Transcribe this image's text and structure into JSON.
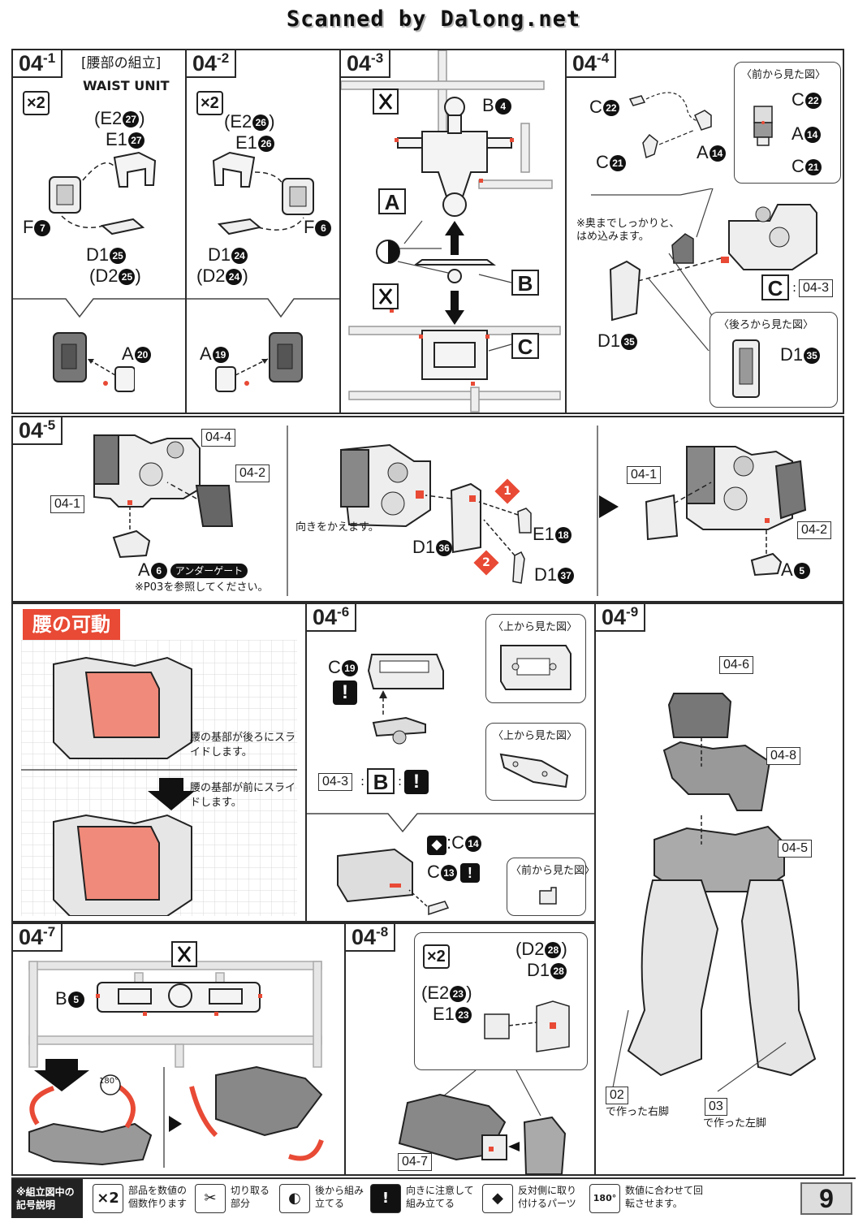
{
  "watermark": "Scanned by Dalong.net",
  "steps": {
    "s04_1": {
      "tag_main": "04",
      "tag_sub": "-1",
      "title_jp": "[腰部の組立]",
      "title_en": "WAIST UNIT",
      "qty": "×2",
      "label_e2": "(E2",
      "num_e2": "27",
      "label_e1": "E1",
      "num_e1": "27",
      "label_f": "F",
      "num_f": "7",
      "label_d1": "D1",
      "num_d1": "25",
      "label_d2": "(D2",
      "num_d2": "25",
      "label_a": "A",
      "num_a": "20"
    },
    "s04_2": {
      "tag_main": "04",
      "tag_sub": "-2",
      "qty": "×2",
      "label_e2": "(E2",
      "num_e2": "26",
      "label_e1": "E1",
      "num_e1": "26",
      "label_f": "F",
      "num_f": "6",
      "label_d1": "D1",
      "num_d1": "24",
      "label_d2": "(D2",
      "num_d2": "24",
      "label_a": "A",
      "num_a": "19"
    },
    "s04_3": {
      "tag_main": "04",
      "tag_sub": "-3",
      "label_b": "B",
      "num_b": "4",
      "letter_a": "A",
      "letter_b": "B",
      "letter_c": "C"
    },
    "s04_4": {
      "tag_main": "04",
      "tag_sub": "-4",
      "label_c22": "C",
      "num_c22": "22",
      "label_c21": "C",
      "num_c21": "21",
      "label_a14": "A",
      "num_a14": "14",
      "front_view_title": "〈前から見た図〉",
      "fv_c22": "C",
      "fv_num_c22": "22",
      "fv_a14": "A",
      "fv_num_a14": "14",
      "fv_c21": "C",
      "fv_num_c21": "21",
      "note": "※奥までしっかりと、はめ込みます。",
      "letter_c": "C",
      "ref": "04-3",
      "label_d1": "D1",
      "num_d1": "35",
      "back_view_title": "〈後ろから見た図〉",
      "bv_d1": "D1",
      "bv_num_d1": "35"
    },
    "s04_5": {
      "tag_main": "04",
      "tag_sub": "-5",
      "ref_04_4": "04-4",
      "ref_04_2": "04-2",
      "ref_04_1": "04-1",
      "label_a6": "A",
      "num_a6": "6",
      "under_gate": "アンダーゲート",
      "note": "※P03を参照してください。",
      "turn_note": "向きをかえます。",
      "label_d1_36": "D1",
      "num_d1_36": "36",
      "label_e1_18": "E1",
      "num_e1_18": "18",
      "label_d1_37": "D1",
      "num_d1_37": "37",
      "order_1": "1",
      "order_2": "2",
      "ref2_04_1": "04-1",
      "ref2_04_2": "04-2",
      "label_a5": "A",
      "num_a5": "5"
    },
    "waist_motion": {
      "heading": "腰の可動",
      "caption_back": "腰の基部が後ろにスライドします。",
      "caption_front": "腰の基部が前にスライドします。"
    },
    "s04_6": {
      "tag_main": "04",
      "tag_sub": "-6",
      "label_c19": "C",
      "num_c19": "19",
      "top_view_1": "〈上から見た図〉",
      "top_view_2": "〈上から見た図〉",
      "ref": "04-3",
      "letter_b": "B",
      "label_c14": "C",
      "num_c14": "14",
      "label_c13": "C",
      "num_c13": "13",
      "front_view": "〈前から見た図〉"
    },
    "s04_7": {
      "tag_main": "04",
      "tag_sub": "-7",
      "label_b5": "B",
      "num_b5": "5",
      "rotate": "180°"
    },
    "s04_8": {
      "tag_main": "04",
      "tag_sub": "-8",
      "qty": "×2",
      "label_d2": "(D2",
      "num_d2": "28",
      "label_d1": "D1",
      "num_d1": "28",
      "label_e2": "(E2",
      "num_e2": "23",
      "label_e1": "E1",
      "num_e1": "23",
      "ref": "04-7"
    },
    "s04_9": {
      "tag_main": "04",
      "tag_sub": "-9",
      "ref_04_6": "04-6",
      "ref_04_8": "04-8",
      "ref_04_5": "04-5",
      "ref_02": "02",
      "right_leg": "で作った右脚",
      "ref_03": "03",
      "left_leg": "で作った左脚"
    }
  },
  "legend": {
    "head": "※組立図中の記号説明",
    "items": [
      {
        "icon": "×2",
        "text": "部品を数値の個数作ります"
      },
      {
        "icon": "✂",
        "text": "切り取る部分"
      },
      {
        "icon": "◐",
        "text": "後から組み立てる"
      },
      {
        "icon": "!",
        "text": "向きに注意して組み立てる"
      },
      {
        "icon": "◆",
        "text": "反対側に取り付けるパーツ"
      },
      {
        "icon": "180°",
        "text": "数値に合わせて回転させます。"
      }
    ]
  },
  "page_number": "9"
}
